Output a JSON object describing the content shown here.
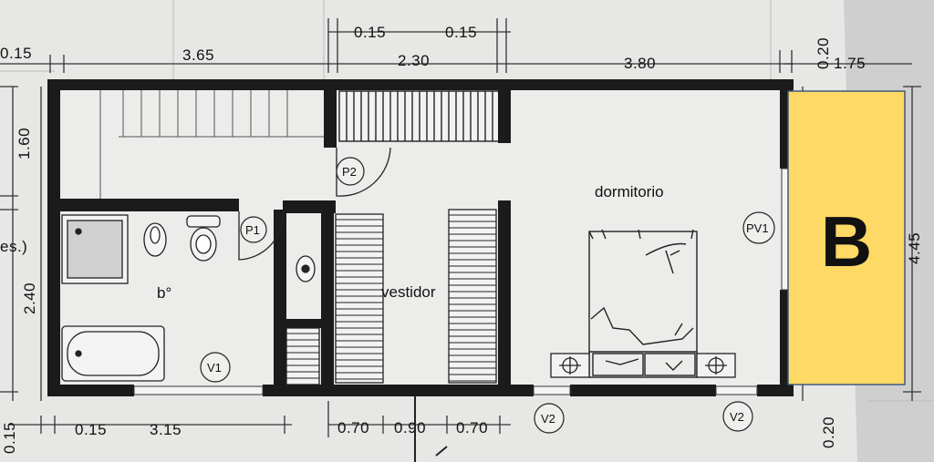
{
  "dimensions": {
    "top": {
      "d1": "0.15",
      "d2": "3.65",
      "d3": "0.15",
      "d4": "2.30",
      "d5": "0.15",
      "d6": "3.80",
      "d7": "0.20",
      "d8": "1.75"
    },
    "left": {
      "d1": "1.60",
      "d2": "2.40",
      "d3": "0.15",
      "note": "es.)"
    },
    "bottom": {
      "d1": "0.15",
      "d2": "3.15",
      "d3": "0.70",
      "d4": "0.90",
      "d5": "0.70",
      "d6": "0.20"
    },
    "right": {
      "d1": "4.45"
    }
  },
  "rooms": {
    "dormitorio": "dormitorio",
    "vestidor": "vestidor",
    "bano": "b°"
  },
  "tags": {
    "p1": "P1",
    "p2": "P2",
    "pv1": "PV1",
    "v1": "V1",
    "v2a": "V2",
    "v2b": "V2"
  },
  "highlight": {
    "label": "B",
    "color": "#ffd966",
    "border": "#3d5a7a"
  },
  "colors": {
    "paper": "#e8e8e6",
    "wall": "#1a1a1a",
    "line": "#222222"
  }
}
